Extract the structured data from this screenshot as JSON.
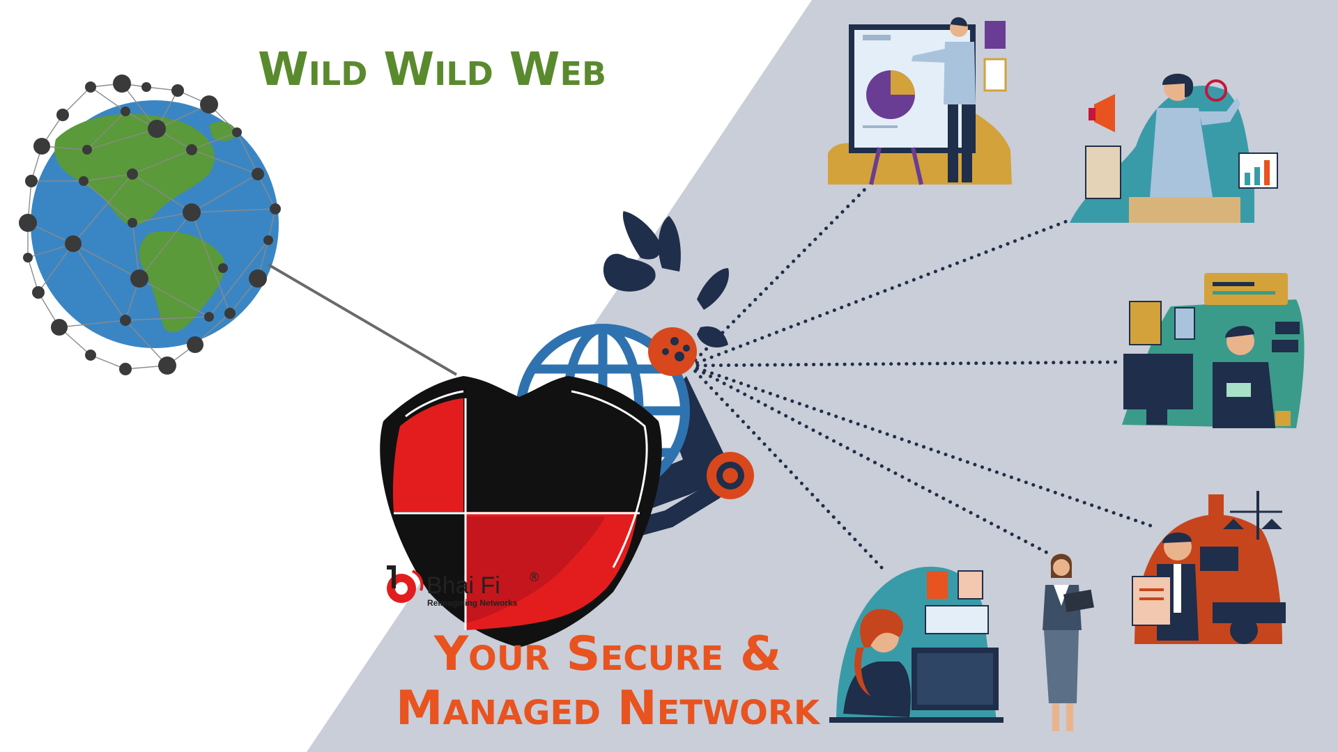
{
  "titles": {
    "top": "Wild Wild Web",
    "bottom_line1": "Your Secure &",
    "bottom_line2": "Managed Network"
  },
  "logo": {
    "brand": "Bhai Fi",
    "registered": "®",
    "tagline": "Reimagining Networks"
  },
  "colors": {
    "green_title": "#5a8a2e",
    "orange_title": "#e8531f",
    "gray_panel": "#c9ced8",
    "navy": "#1f2e4a",
    "globe_blue": "#3a86c4",
    "globe_land": "#5a9a3a",
    "shield_red": "#e31d1d"
  },
  "icons": [
    "earth-network-icon",
    "security-shield-icon",
    "network-globe-icon",
    "presenter-icon",
    "marketer-icon",
    "accountant-icon",
    "call-center-icon",
    "office-woman-icon",
    "lawyer-icon"
  ]
}
